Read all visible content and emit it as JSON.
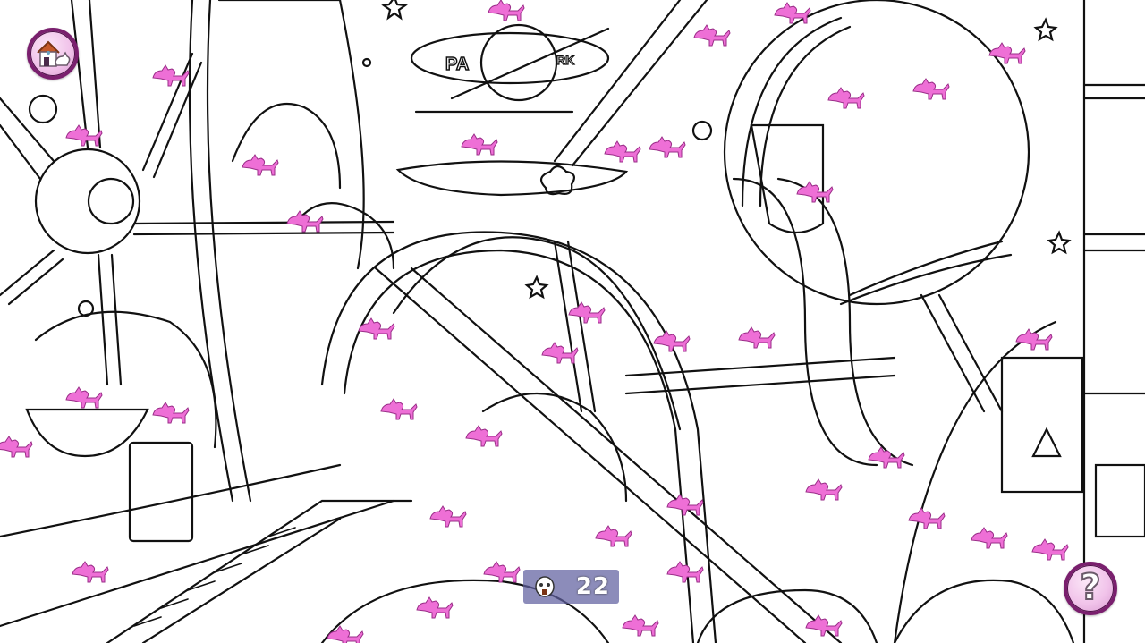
{
  "game": {
    "type": "hidden-object",
    "scene": "space amusement park line art",
    "target_color": "#ee6fd6",
    "sign_text_left": "PA",
    "sign_text_right": "RK"
  },
  "hud": {
    "home_button_icon": "home-with-dog-icon",
    "remaining_count": "22",
    "counter_icon": "dog-face-icon",
    "help_button_label": "?",
    "help_button_icon": "question-mark-icon"
  },
  "colors": {
    "button_border": "#7a1f6e",
    "button_fill": "#f1c3ea",
    "counter_bg": "#6060a0",
    "line_art": "#111111",
    "dog_pink": "#ee6fd6"
  }
}
